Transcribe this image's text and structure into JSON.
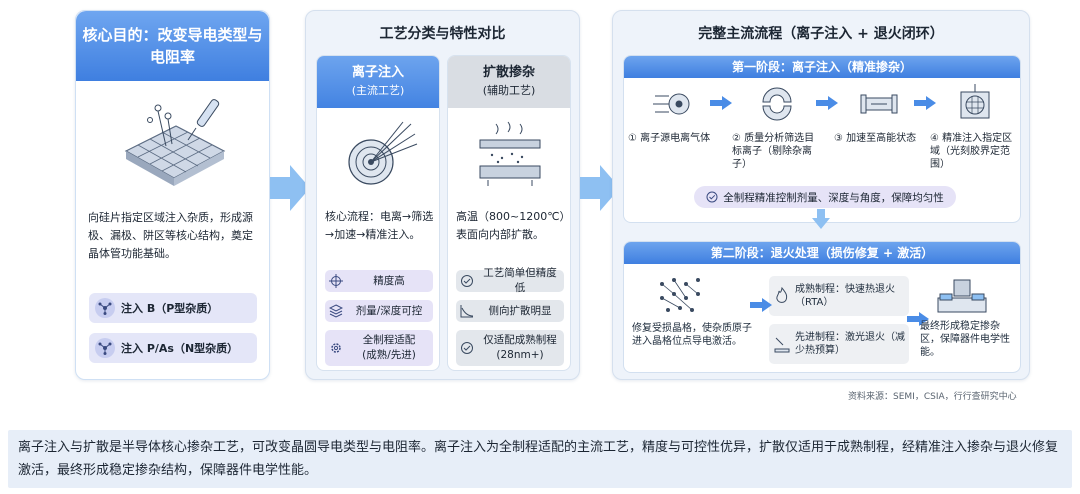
{
  "panel1": {
    "title": "核心目的：改变导电类型与电阻率",
    "description": "向硅片指定区域注入杂质，形成源极、漏极、阱区等核心结构，奠定晶体管功能基础。",
    "dopants": [
      "注入 B（P型杂质）",
      "注入 P/As（N型杂质）"
    ]
  },
  "panel2": {
    "title": "工艺分类与特性对比",
    "implant": {
      "title": "离子注入",
      "subtitle": "(主流工艺)",
      "description": "核心流程：电离→筛选→加速→精准注入。",
      "features": [
        "精度高",
        "剂量/深度可控",
        "全制程适配\n(成熟/先进)"
      ]
    },
    "diffusion": {
      "title": "扩散掺杂",
      "subtitle": "(辅助工艺)",
      "description": "高温（800~1200℃）表面向内部扩散。",
      "features": [
        "工艺简单但精度低",
        "侧向扩散明显",
        "仅适配成熟制程\n(28nm+)"
      ]
    }
  },
  "panel3": {
    "title": "完整主流流程（离子注入 + 退火闭环）",
    "stage1": {
      "title": "第一阶段：离子注入（精准掺杂）",
      "steps": [
        "① 离子源电离气体",
        "② 质量分析筛选目标离子（剔除杂离子）",
        "③ 加速至高能状态",
        "④ 精准注入指定区域（光刻胶界定范围）"
      ],
      "control": "全制程精准控制剂量、深度与角度，保障均匀性"
    },
    "stage2": {
      "title": "第二阶段：退火处理（损伤修复 + 激活）",
      "left": "修复受损晶格，使杂质原子进入晶格位点导电激活。",
      "options": [
        "成熟制程：快速热退火（RTA）",
        "先进制程：激光退火（减少热预算）"
      ],
      "right": "最终形成稳定掺杂区，保障器件电学性能。"
    }
  },
  "source": "资料来源：SEMI，CSIA，行行查研究中心",
  "summary": "离子注入与扩散是半导体核心掺杂工艺，可改变晶圆导电类型与电阻率。离子注入为全制程适配的主流工艺，精度与可控性优异，扩散仅适用于成熟制程，经精准注入掺杂与退火修复激活，最终形成稳定掺杂结构，保障器件电学性能。",
  "colors": {
    "accent": "#3f7fe0",
    "panel_bg": "#eef3fa",
    "chip_purple": "#e6e3f7"
  }
}
